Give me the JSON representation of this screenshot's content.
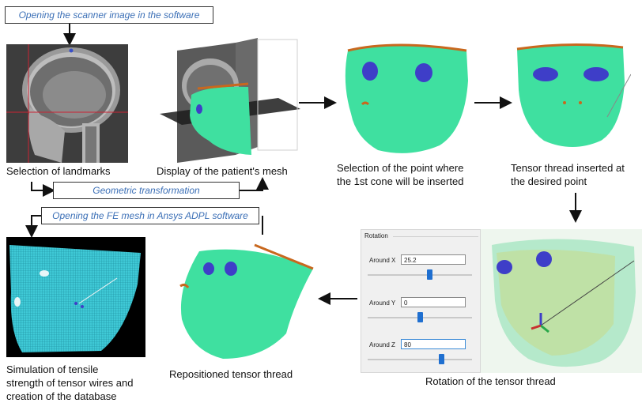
{
  "boxes": {
    "scanner": "Opening the scanner image in the software",
    "geometric": "Geometric transformation",
    "fe_mesh": "Opening the FE mesh in Ansys ADPL software"
  },
  "captions": {
    "landmarks": "Selection of landmarks",
    "mesh": "Display of the patient's mesh",
    "point_l1": "Selection of the point where",
    "point_l2": "the 1st cone will be inserted",
    "tensor_l1": "Tensor thread inserted at",
    "tensor_l2": "the desired point",
    "rotation": "Rotation of the tensor thread",
    "repositioned": "Repositioned tensor thread",
    "sim_l1": "Simulation of tensile",
    "sim_l2": "strength of tensor wires and",
    "sim_l3": "creation of the database"
  },
  "rotation_panel": {
    "title": "Rotation",
    "x_label": "Around X",
    "x_value": "25.2",
    "x_level": 0.6,
    "y_label": "Around Y",
    "y_value": "0",
    "y_level": 0.5,
    "z_label": "Around Z",
    "z_value": "80",
    "z_level": 0.72
  },
  "colors": {
    "mesh_green": "#3fe0a0",
    "eye_blue": "#3e3ec8",
    "box_text": "#3b6fb6",
    "slider_blue": "#1f6fd0"
  }
}
